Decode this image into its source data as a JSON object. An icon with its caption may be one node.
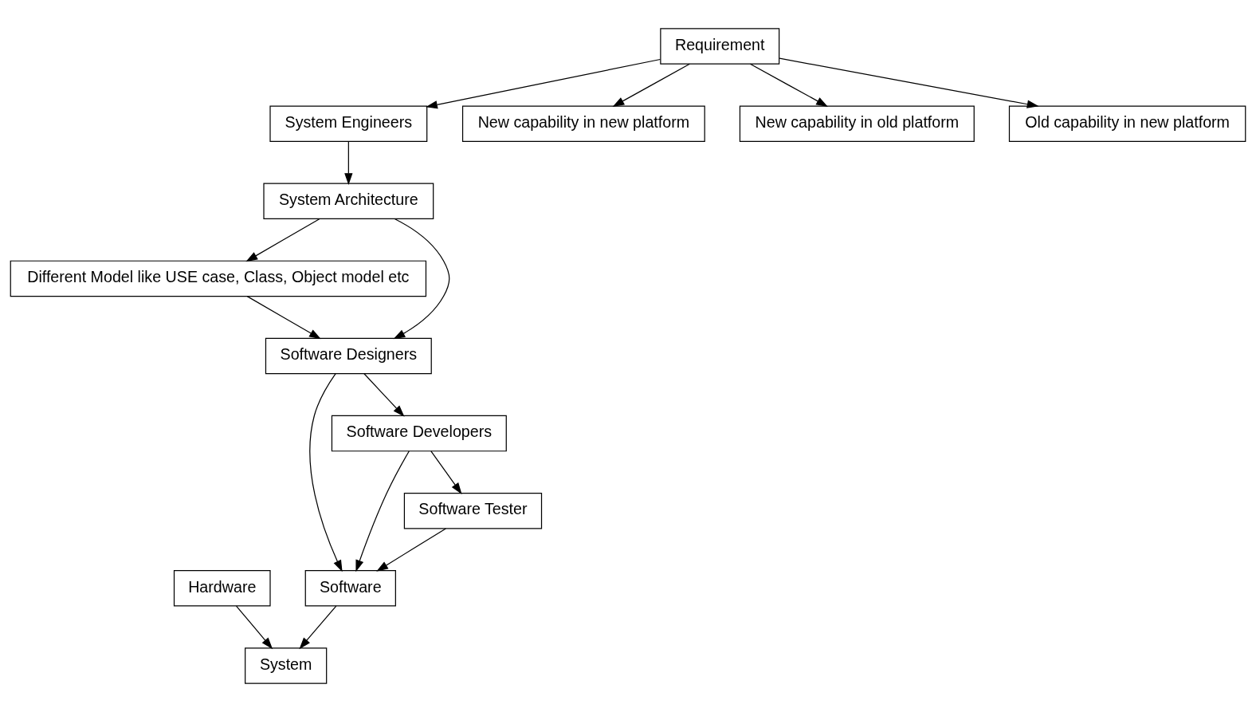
{
  "diagram": {
    "nodes": [
      {
        "text": [
          "System Engineers"
        ]
      },
      {
        "text": [
          "Requirement"
        ]
      },
      {
        "text": [
          "New capability in new platform"
        ]
      },
      {
        "text": [
          "New capability in old platform"
        ]
      },
      {
        "text": [
          "Old capability in new platform"
        ]
      },
      {
        "text": [
          "System Architecture"
        ]
      },
      {
        "text": [
          "Different Model like USE case, Class, Object model etc"
        ]
      },
      {
        "text": [
          "Software Designers"
        ]
      },
      {
        "text": [
          "Software"
        ]
      },
      {
        "text": [
          "Hardware"
        ]
      },
      {
        "text": [
          "Software Developers"
        ]
      },
      {
        "text": [
          "System"
        ]
      },
      {
        "text": [
          "Software Tester"
        ]
      }
    ],
    "edges": [
      {
        "from": 1,
        "to": 0,
        "arrow": "to"
      },
      {
        "from": 1,
        "to": 2,
        "arrow": "to"
      },
      {
        "from": 1,
        "to": 3,
        "arrow": "to"
      },
      {
        "from": 1,
        "to": 4,
        "arrow": "to"
      },
      {
        "from": 0,
        "to": 5,
        "arrow": "to"
      },
      {
        "from": 5,
        "to": 6,
        "arrow": "to"
      },
      {
        "from": 5,
        "to": 7,
        "arrow": "to"
      },
      {
        "from": 6,
        "to": 7,
        "arrow": "to"
      },
      {
        "from": 7,
        "to": 10,
        "arrow": "to"
      },
      {
        "from": 7,
        "to": 8,
        "arrow": "to"
      },
      {
        "from": 10,
        "to": 8,
        "arrow": "to"
      },
      {
        "from": 10,
        "to": 12,
        "arrow": "to"
      },
      {
        "from": 12,
        "to": 8,
        "arrow": "to"
      },
      {
        "from": 8,
        "to": 11,
        "arrow": "to"
      },
      {
        "from": 9,
        "to": 11,
        "arrow": "to"
      }
    ]
  }
}
